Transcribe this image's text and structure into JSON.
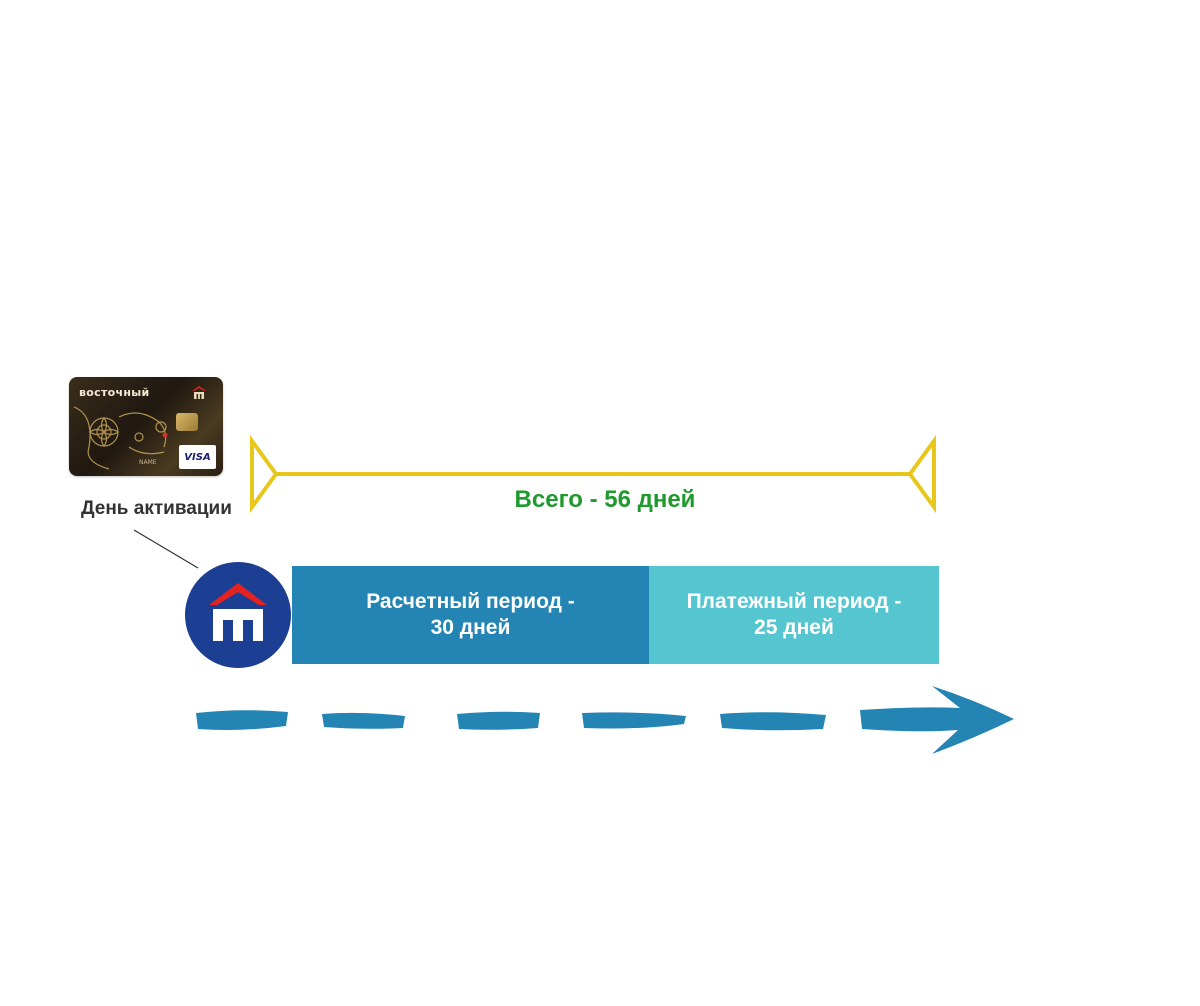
{
  "card": {
    "brand": "восточный",
    "name": "NAME",
    "network": "VISA"
  },
  "activation_label": "День активации",
  "total_label": "Всего - 56 дней",
  "periods": [
    {
      "line1": "Расчетный период -",
      "line2": "30 дней",
      "days": 30,
      "color": "#2485b4"
    },
    {
      "line1": "Платежный период -",
      "line2": "25 дней",
      "days": 25,
      "color": "#55c6d0"
    }
  ],
  "colors": {
    "bracket": "#e8c61a",
    "total_text": "#1f9a2e",
    "logo_circle": "#1d3f93",
    "logo_roof": "#e42321",
    "arrow": "#2485b4"
  },
  "icons": {
    "bank_logo": "vostochny-bank-logo-icon",
    "timeline_arrow": "dashed-arrow-icon"
  }
}
